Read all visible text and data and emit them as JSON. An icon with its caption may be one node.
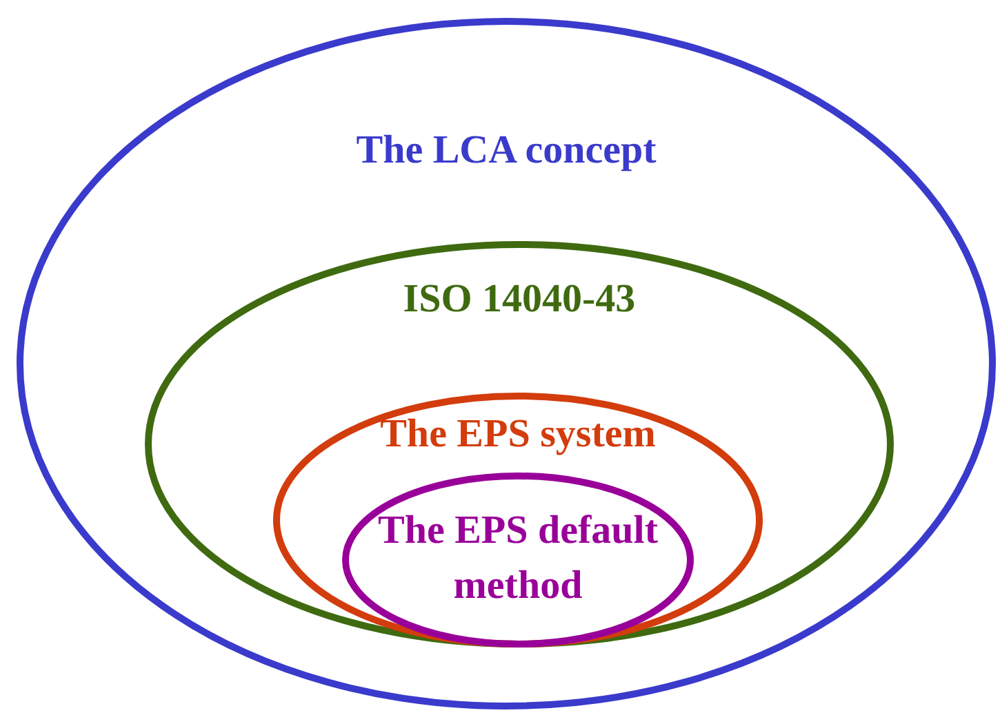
{
  "diagram": {
    "nodes": [
      {
        "text": [
          "The LCA concept"
        ]
      },
      {
        "text": [
          "ISO 14040-43"
        ],
        "in": 0
      },
      {
        "text": [
          "The EPS system"
        ],
        "in": 1
      },
      {
        "text": [
          "The EPS default method"
        ],
        "in": 2
      }
    ]
  }
}
